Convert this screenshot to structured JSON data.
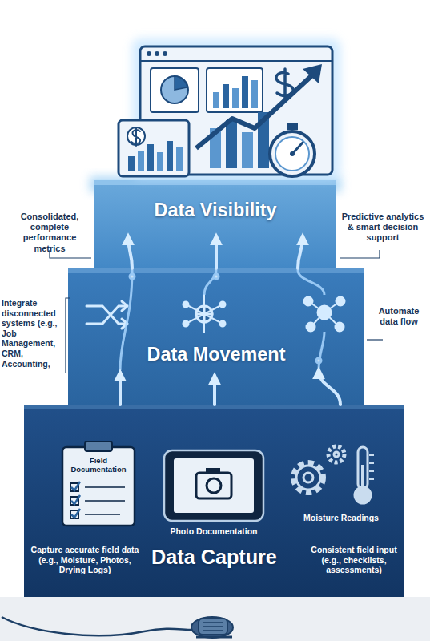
{
  "diagram": {
    "nodes": [
      {
        "text": [
          "Data Visibility"
        ]
      },
      {
        "text": [
          "Data Movement"
        ]
      },
      {
        "text": [
          "Data Capture"
        ]
      }
    ],
    "edges": [
      {
        "from": 2,
        "to": 1,
        "arrow": "to"
      },
      {
        "from": 2,
        "to": 1,
        "arrow": "to"
      },
      {
        "from": 2,
        "to": 1,
        "arrow": "to"
      },
      {
        "from": 1,
        "to": 0,
        "arrow": "to"
      },
      {
        "from": 1,
        "to": 0,
        "arrow": "to"
      },
      {
        "from": 1,
        "to": 0,
        "arrow": "to"
      }
    ],
    "labels": [
      "Consolidated, complete performance metrics",
      "Predictive analytics & smart decision support",
      "Integrate disconnected systems (e.g., Job Management, CRM, Accounting,",
      "Automate data flow",
      "Field Documentation",
      "Photo Documentation",
      "Moisture Readings",
      "Capture accurate field data (e.g., Moisture, Photos, Drying Logs)",
      "Consistent field input (e.g., checklists, assessments)"
    ]
  }
}
